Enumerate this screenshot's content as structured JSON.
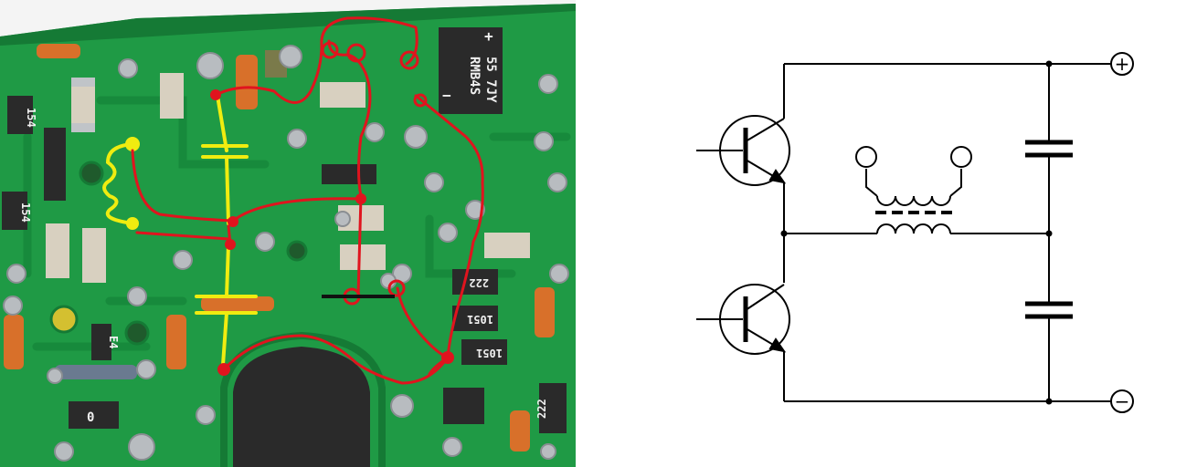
{
  "photo": {
    "markings": {
      "bridge_line1": "RMB4S",
      "bridge_line2": "55 7JY",
      "bridge_plus": "+",
      "bridge_minus": "−",
      "res_154_top": "154",
      "res_154_left": "154",
      "res_e4": "E4",
      "res_0": "0",
      "res_222_a": "222",
      "res_1051_a": "1051",
      "res_1051_b": "1051",
      "res_222_b": "222"
    }
  },
  "schematic": {
    "terminals": {
      "positive": "+",
      "negative": "−"
    }
  },
  "colors": {
    "pcb_green": "#1f9a45",
    "pcb_dark": "#157a35",
    "solder": "#b8bcc0",
    "trace_red": "#e0141e",
    "trace_yellow": "#f0ec10",
    "schematic_ink": "#000000"
  }
}
